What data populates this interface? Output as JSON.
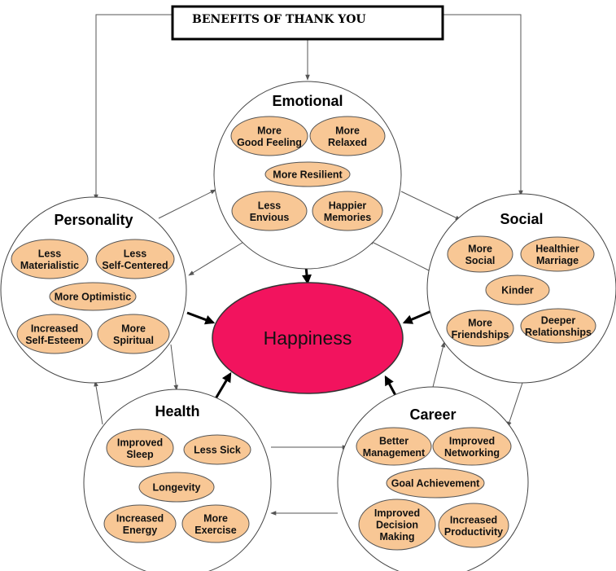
{
  "title": "BENEFITS OF THANK YOU",
  "center": "Happiness",
  "colors": {
    "center_fill": "#f2135e",
    "pill_fill": "#f8c795"
  },
  "groups": [
    {
      "id": "emotional",
      "title": "Emotional",
      "items": [
        [
          "More",
          "Good Feeling"
        ],
        [
          "More",
          "Relaxed"
        ],
        [
          "More Resilient"
        ],
        [
          "Less",
          "Envious"
        ],
        [
          "Happier",
          "Memories"
        ]
      ]
    },
    {
      "id": "social",
      "title": "Social",
      "items": [
        [
          "More",
          "Social"
        ],
        [
          "Healthier",
          "Marriage"
        ],
        [
          "Kinder"
        ],
        [
          "More",
          "Friendships"
        ],
        [
          "Deeper",
          "Relationships"
        ]
      ]
    },
    {
      "id": "career",
      "title": "Career",
      "items": [
        [
          "Better",
          "Management"
        ],
        [
          "Improved",
          "Networking"
        ],
        [
          "Goal Achievement"
        ],
        [
          "Improved",
          "Decision",
          "Making"
        ],
        [
          "Increased",
          "Productivity"
        ]
      ]
    },
    {
      "id": "health",
      "title": "Health",
      "items": [
        [
          "Improved",
          "Sleep"
        ],
        [
          "Less Sick"
        ],
        [
          "Longevity"
        ],
        [
          "Increased",
          "Energy"
        ],
        [
          "More",
          "Exercise"
        ]
      ]
    },
    {
      "id": "personality",
      "title": "Personality",
      "items": [
        [
          "Less",
          "Materialistic"
        ],
        [
          "Less",
          "Self-Centered"
        ],
        [
          "More Optimistic"
        ],
        [
          "Increased",
          "Self-Esteem"
        ],
        [
          "More",
          "Spiritual"
        ]
      ]
    }
  ]
}
